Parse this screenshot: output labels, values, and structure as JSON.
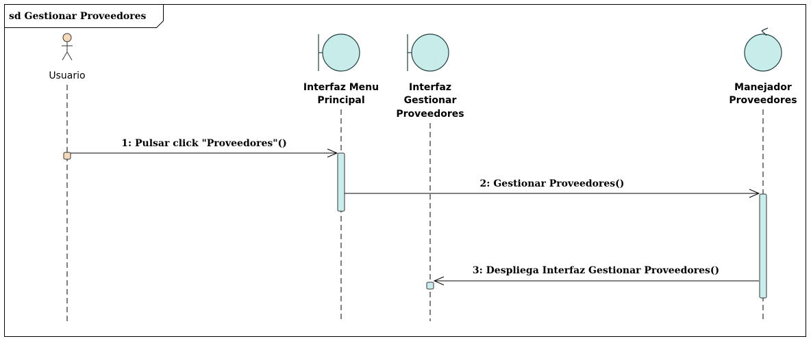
{
  "frame": {
    "title": "sd Gestionar Proveedores"
  },
  "lifelines": {
    "usuario": {
      "type": "actor",
      "label_lines": [
        "Usuario"
      ]
    },
    "menu": {
      "type": "boundary",
      "label_lines": [
        "Interfaz Menu",
        "Principal"
      ]
    },
    "gestionar": {
      "type": "boundary",
      "label_lines": [
        "Interfaz",
        "Gestionar",
        "Proveedores"
      ]
    },
    "manejador": {
      "type": "control",
      "label_lines": [
        "Manejador",
        "Proveedores"
      ]
    }
  },
  "messages": [
    {
      "label": "1: Pulsar click \"Proveedores\"()",
      "from": "usuario",
      "to": "menu"
    },
    {
      "label": "2: Gestionar Proveedores()",
      "from": "menu",
      "to": "manejador"
    },
    {
      "label": "3: Despliega Interfaz Gestionar Proveedores()",
      "from": "manejador",
      "to": "gestionar"
    }
  ],
  "colors": {
    "element_fill": "#c7ecea",
    "actor_head": "#f5d9b8",
    "activation_fill": "#c9ecec",
    "frame_border": "#000000"
  }
}
